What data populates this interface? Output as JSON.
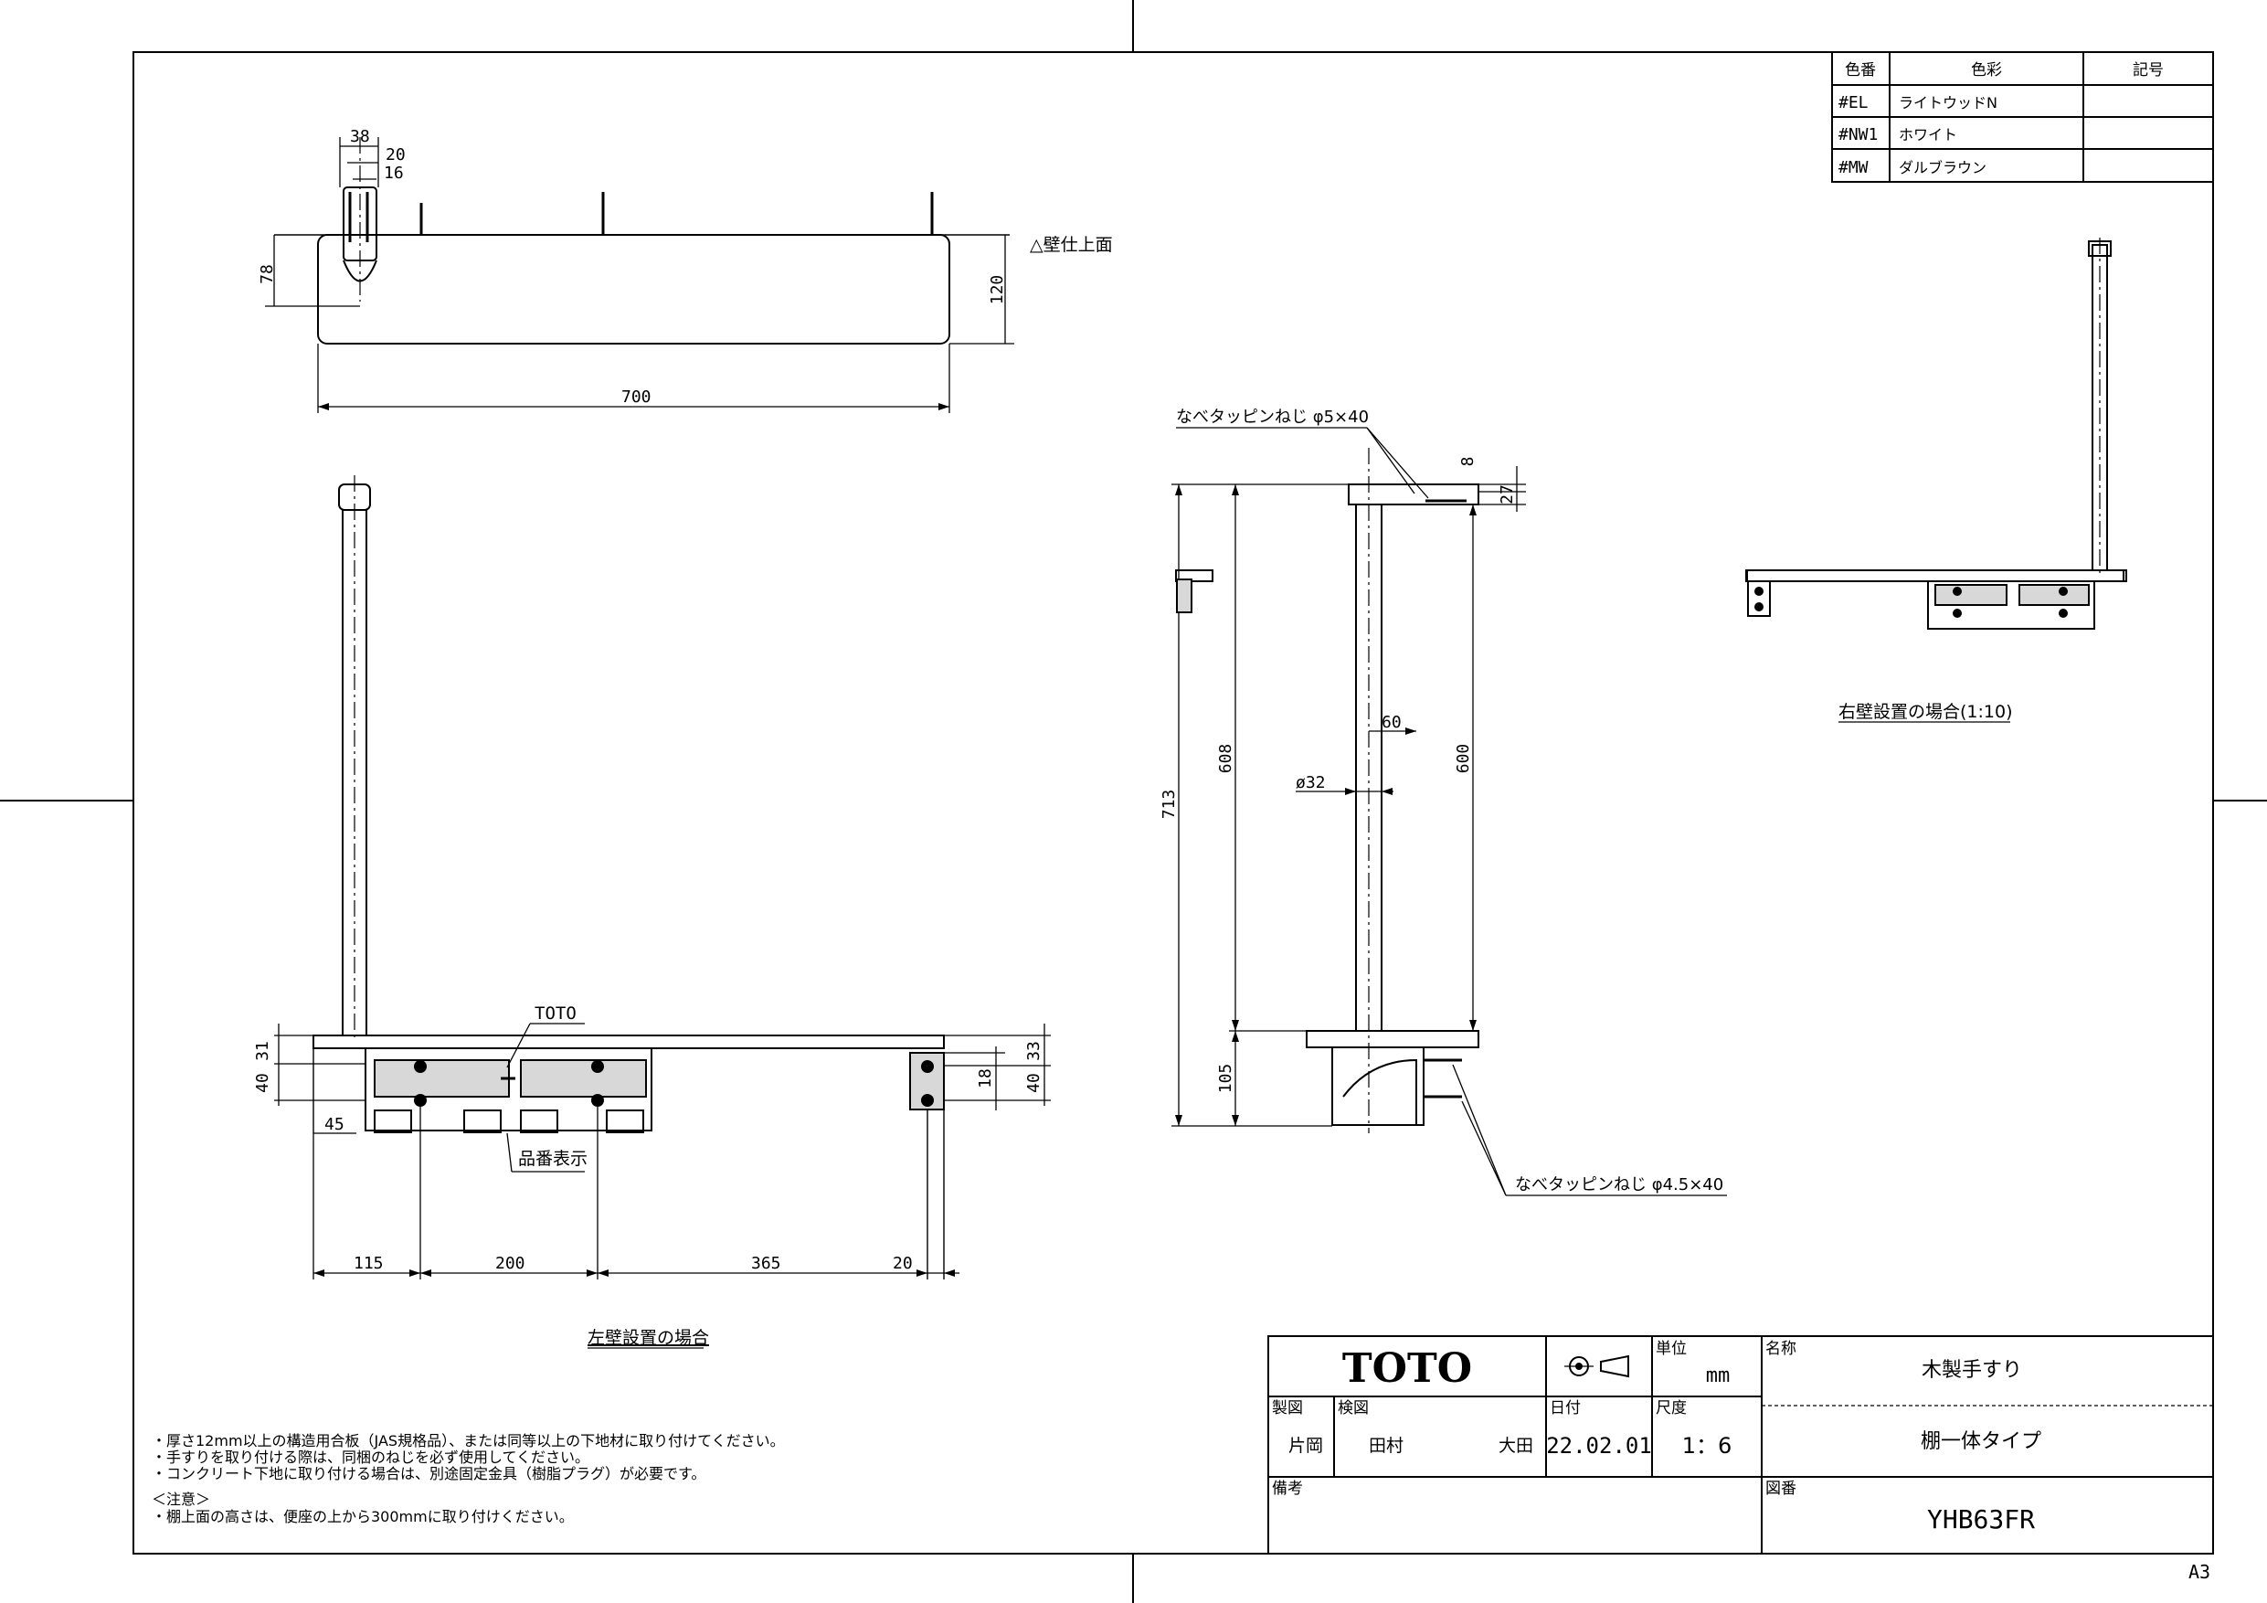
{
  "color_table": {
    "headers": [
      "色番",
      "色彩",
      "記号"
    ],
    "rows": [
      {
        "code": "#EL",
        "name": "ライトウッドN",
        "mark": ""
      },
      {
        "code": "#NW1",
        "name": "ホワイト",
        "mark": ""
      },
      {
        "code": "#MW",
        "name": "ダルブラウン",
        "mark": ""
      }
    ]
  },
  "top_view": {
    "dims": {
      "d38": "38",
      "d20": "20",
      "d16": "16",
      "d78": "78",
      "d120": "120",
      "d700": "700"
    },
    "wall_note": "△壁仕上面"
  },
  "front_view": {
    "dims": {
      "d31": "31",
      "d40": "40",
      "d45": "45",
      "d33": "33",
      "d40r": "40",
      "d18": "18",
      "d115": "115",
      "d200": "200",
      "d365": "365",
      "d20": "20"
    },
    "toto_label": "TOTO",
    "part_label": "品番表示",
    "caption": "左壁設置の場合"
  },
  "side_view": {
    "screw_top": "なべタッピンねじ φ5×40",
    "screw_bottom": "なべタッピンねじ φ4.5×40",
    "dims": {
      "d8": "8",
      "d27": "27",
      "d713": "713",
      "d608": "608",
      "d600": "600",
      "d105": "105",
      "d60": "60",
      "d32": "ø32"
    }
  },
  "right_view": {
    "caption": "右壁設置の場合(1:10)"
  },
  "notes": [
    "・厚さ12mm以上の構造用合板（JAS規格品）、または同等以上の下地材に取り付けてください。",
    "・手すりを取り付ける際は、同梱のねじを必ず使用してください。",
    "・コンクリート下地に取り付ける場合は、別途固定金具（樹脂プラグ）が必要です。",
    "＜注意＞",
    "・棚上面の高さは、便座の上から300mmに取り付けください。"
  ],
  "title_block": {
    "logo": "TOTO",
    "unit_label": "単位",
    "unit_value": "mm",
    "name_label": "名称",
    "name_value": "木製手すり",
    "subtitle": "棚一体タイプ",
    "drawn_label": "製図",
    "drawn_value": "片岡",
    "checked_label": "検図",
    "checked_value_1": "田村",
    "checked_value_2": "大田",
    "date_label": "日付",
    "date_value": "22.02.01",
    "scale_label": "尺度",
    "scale_value": "1：6",
    "remarks_label": "備考",
    "drawing_no_label": "図番",
    "drawing_no_value": "YHB63FR"
  },
  "sheet_size": "A3"
}
